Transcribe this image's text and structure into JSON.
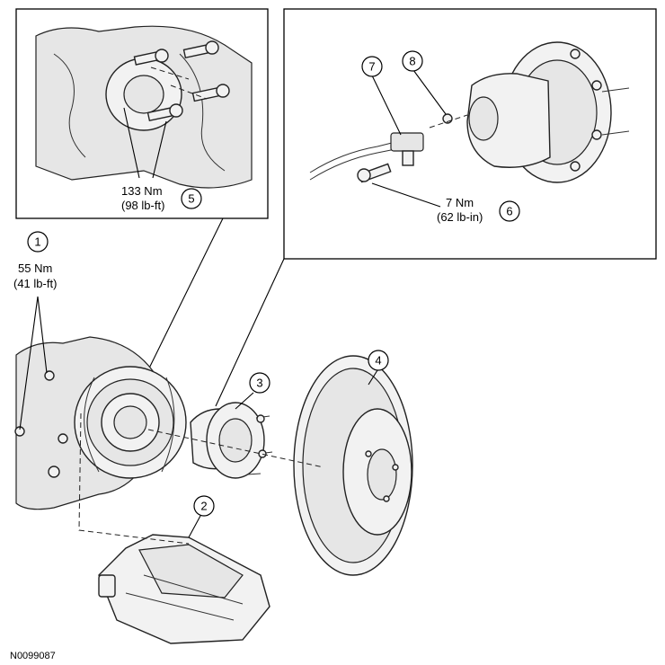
{
  "callouts": [
    {
      "number": "1",
      "torque_nm": "55 Nm",
      "torque_imperial": "(41 lb-ft)"
    },
    {
      "number": "2"
    },
    {
      "number": "3"
    },
    {
      "number": "4"
    },
    {
      "number": "5",
      "torque_nm": "133 Nm",
      "torque_imperial": "(98 lb-ft)"
    },
    {
      "number": "6",
      "torque_nm": "7 Nm",
      "torque_imperial": "(62 lb-in)"
    },
    {
      "number": "7"
    },
    {
      "number": "8"
    }
  ],
  "reference_code": "N0099087"
}
